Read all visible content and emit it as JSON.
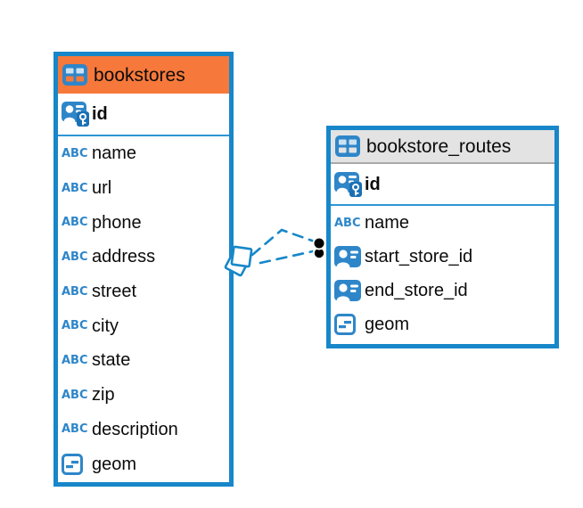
{
  "diagram": {
    "tables": [
      {
        "name": "bookstores",
        "header_style": "orange",
        "columns": [
          {
            "name": "id",
            "type": "primary-key"
          },
          {
            "name": "name",
            "type": "text"
          },
          {
            "name": "url",
            "type": "text"
          },
          {
            "name": "phone",
            "type": "text"
          },
          {
            "name": "address",
            "type": "text"
          },
          {
            "name": "street",
            "type": "text"
          },
          {
            "name": "city",
            "type": "text"
          },
          {
            "name": "state",
            "type": "text"
          },
          {
            "name": "zip",
            "type": "text"
          },
          {
            "name": "description",
            "type": "text"
          },
          {
            "name": "geom",
            "type": "geometry"
          }
        ]
      },
      {
        "name": "bookstore_routes",
        "header_style": "gray",
        "columns": [
          {
            "name": "id",
            "type": "primary-key"
          },
          {
            "name": "name",
            "type": "text"
          },
          {
            "name": "start_store_id",
            "type": "foreign-key"
          },
          {
            "name": "end_store_id",
            "type": "foreign-key"
          },
          {
            "name": "geom",
            "type": "geometry"
          }
        ]
      }
    ],
    "relationships": [
      {
        "from_table": "bookstore_routes",
        "to_table": "bookstores",
        "style": "dashed"
      },
      {
        "from_table": "bookstore_routes",
        "to_table": "bookstores",
        "style": "dashed"
      }
    ],
    "icons": {
      "header": "table-icon",
      "primary-key": "primary-key-icon",
      "foreign-key": "foreign-key-icon",
      "text": "text-type-icon",
      "geometry": "geometry-type-icon"
    },
    "colors": {
      "table_border": "#1787C9",
      "bookstores_header_bg": "#F6793B",
      "bookstore_routes_header_bg": "#E3E3E3",
      "icon_blue": "#2E86C9",
      "icon_key_chip_blue": "#1A70B5",
      "id_divider_blue": "#2E96D6",
      "text": "#0B0B0B"
    }
  }
}
